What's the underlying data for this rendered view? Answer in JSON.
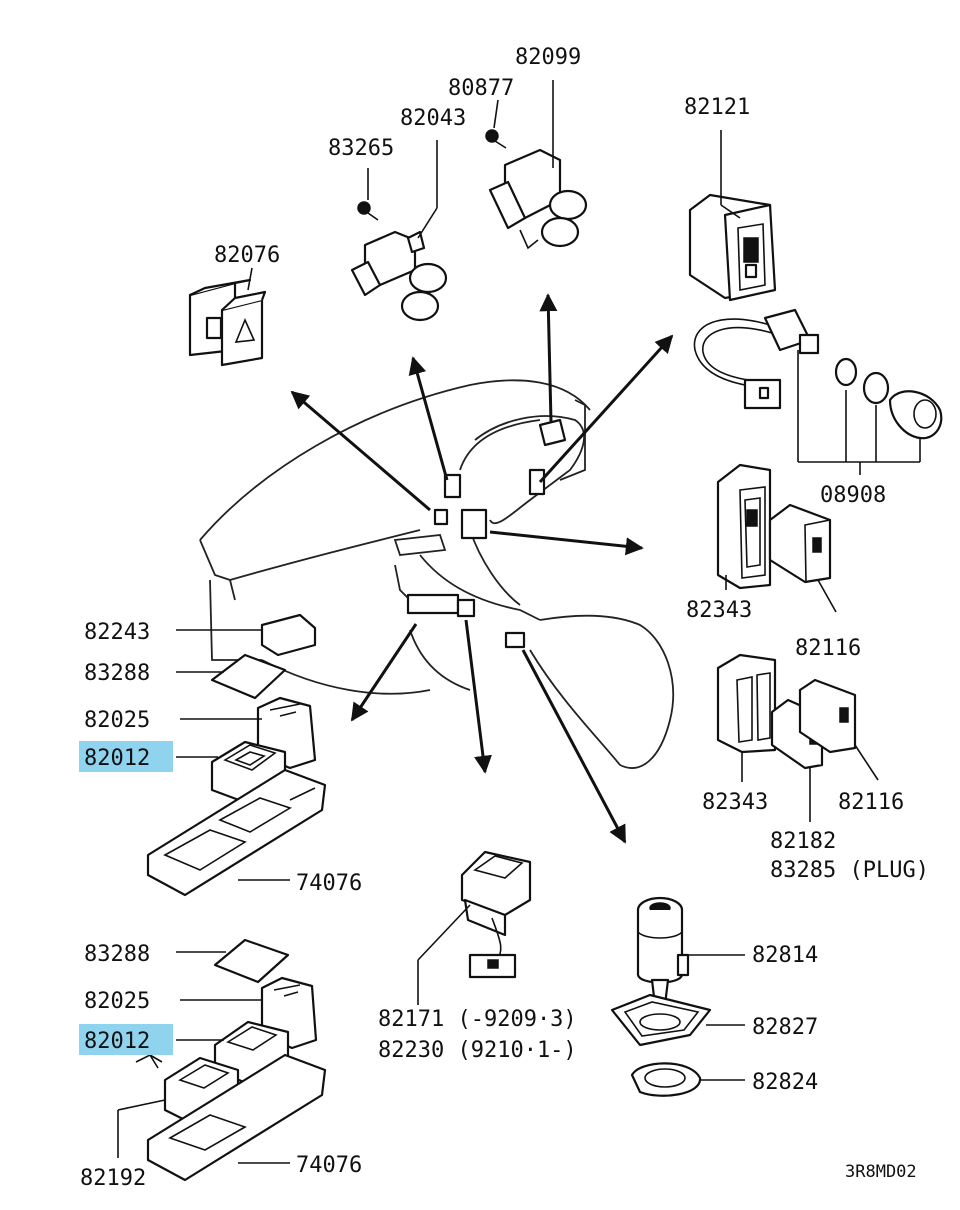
{
  "labels": {
    "p82099": "82099",
    "p80877": "80877",
    "p82043": "82043",
    "p83265": "83265",
    "p82121": "82121",
    "p82076": "82076",
    "p08908": "08908",
    "p82343a": "82343",
    "p82116a": "82116",
    "p82243": "82243",
    "p83288a": "83288",
    "p82025a": "82025",
    "p82012a": "82012",
    "p74076a": "74076",
    "p82343b": "82343",
    "p82116b": "82116",
    "p82182": "82182",
    "p83285": "83285 (PLUG)",
    "p83288b": "83288",
    "p82025b": "82025",
    "p82012b": "82012",
    "p82192": "82192",
    "p74076b": "74076",
    "p82171": "82171 (-9209·3)",
    "p82230": "82230 (9210·1-)",
    "p82814": "82814",
    "p82827": "82827",
    "p82824": "82824",
    "code": "3R8MD02"
  },
  "colors": {
    "highlight": "#8fd3ee",
    "line": "#111111"
  }
}
